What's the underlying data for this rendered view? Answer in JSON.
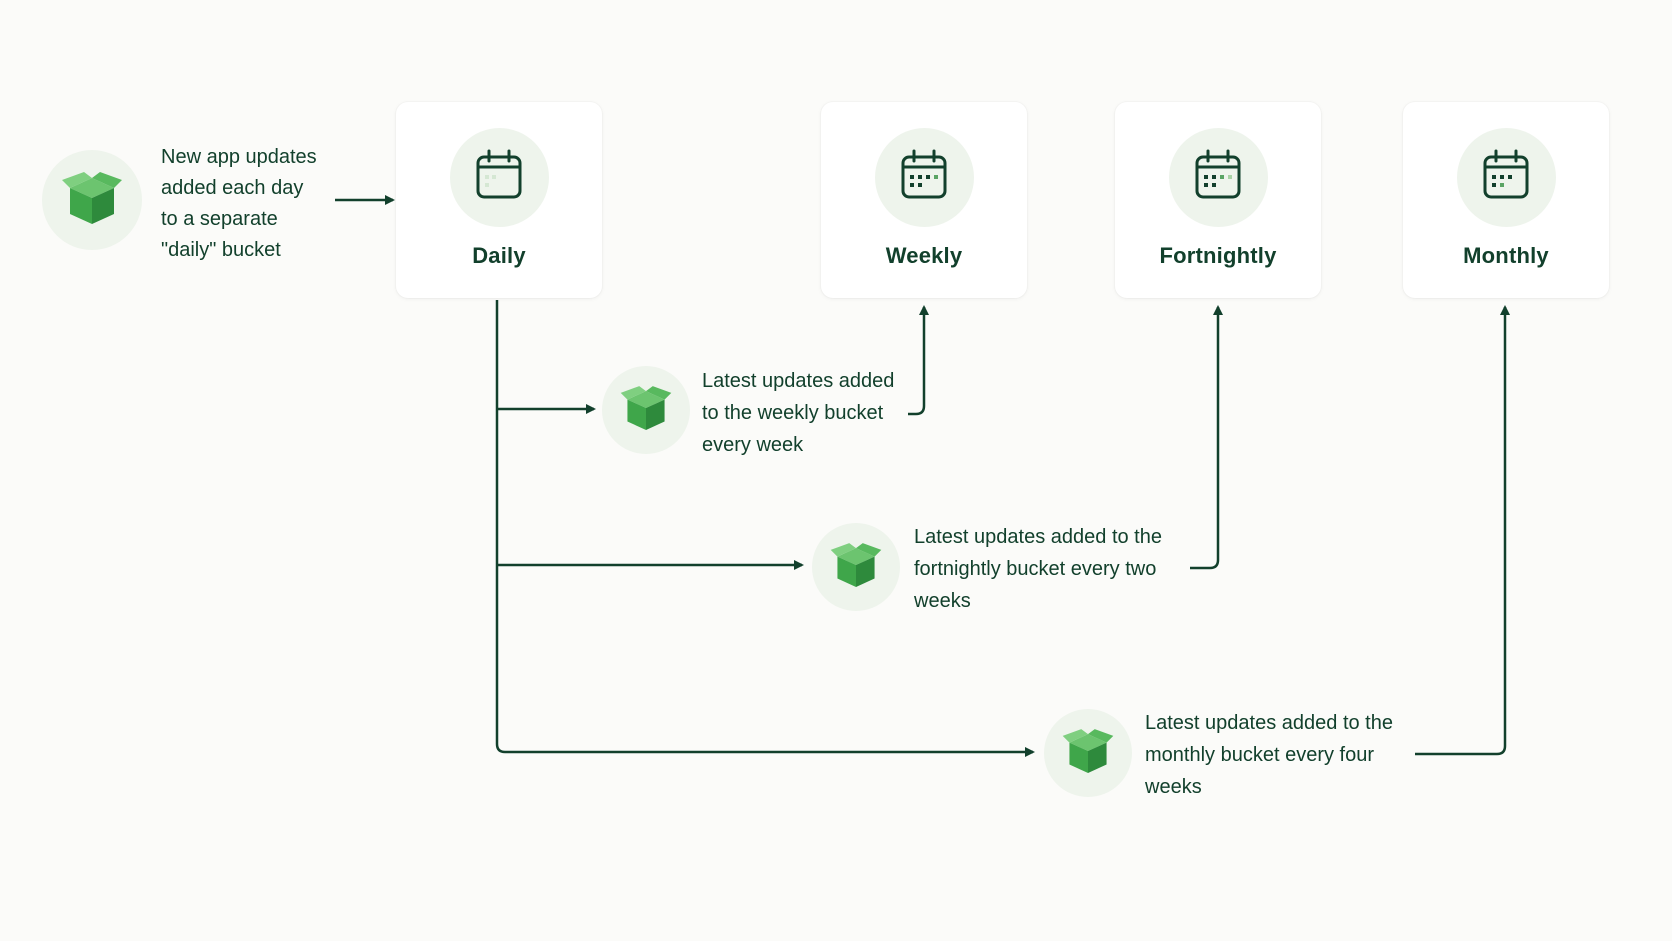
{
  "colors": {
    "line": "#12402c",
    "text": "#12402c",
    "circle_bg": "#eef4ec",
    "box_green": "#3fa64a",
    "box_green_light": "#6cc46f",
    "box_green_dark": "#2e8a3c"
  },
  "source": {
    "icon": "open-box-icon",
    "text_lines": [
      "New app updates",
      "added each day",
      "to a separate",
      "\"daily\" bucket"
    ]
  },
  "buckets": [
    {
      "id": "daily",
      "label": "Daily",
      "icon": "calendar-icon"
    },
    {
      "id": "weekly",
      "label": "Weekly",
      "icon": "calendar-icon"
    },
    {
      "id": "fortnightly",
      "label": "Fortnightly",
      "icon": "calendar-icon"
    },
    {
      "id": "monthly",
      "label": "Monthly",
      "icon": "calendar-icon"
    }
  ],
  "steps": [
    {
      "icon": "open-box-icon",
      "text_lines": [
        "Latest updates added",
        "to the weekly bucket",
        "every week"
      ]
    },
    {
      "icon": "open-box-icon",
      "text_lines": [
        "Latest updates added to the",
        "fortnightly bucket every two",
        "weeks"
      ]
    },
    {
      "icon": "open-box-icon",
      "text_lines": [
        "Latest updates added to the",
        "monthly bucket every four",
        "weeks"
      ]
    }
  ]
}
